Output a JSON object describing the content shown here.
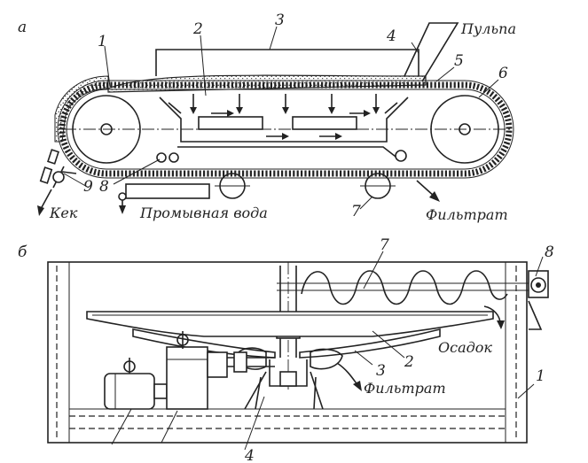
{
  "figure_a": {
    "letter": "а",
    "labels": {
      "n1": "1",
      "n2": "2",
      "n3": "3",
      "n4": "4",
      "n5": "5",
      "n6": "6",
      "n7": "7",
      "n8": "8",
      "n9": "9",
      "pulp": "Пульпа",
      "cake": "Кек",
      "wash_water": "Промывная вода",
      "filtrate": "Фильтрат"
    }
  },
  "figure_b": {
    "letter": "б",
    "labels": {
      "n1": "1",
      "n2": "2",
      "n3": "3",
      "n4": "4",
      "n7": "7",
      "n8": "8",
      "sediment": "Осадок",
      "filtrate": "Фильтрат"
    }
  }
}
